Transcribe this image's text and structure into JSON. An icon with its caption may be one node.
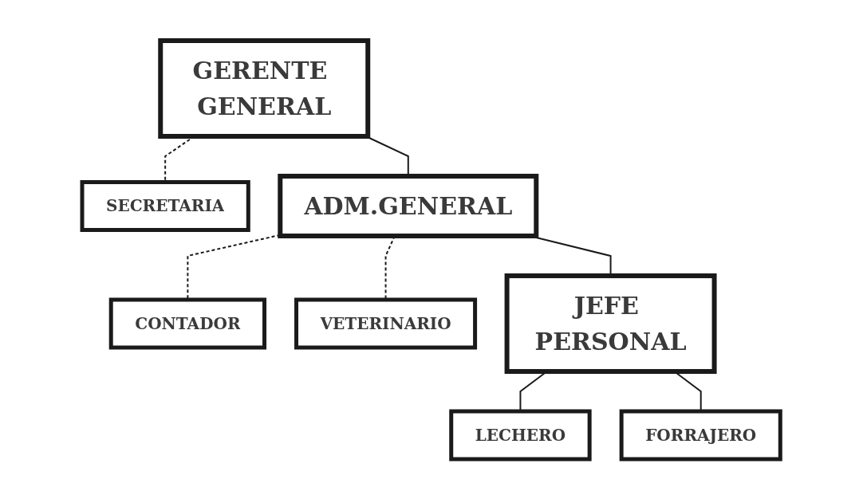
{
  "diagram": {
    "nodes": [
      {
        "text": [
          "GERENTE GENERAL"
        ]
      },
      {
        "text": [
          "SECRETARIA"
        ]
      },
      {
        "text": [
          "ADM.GENERAL"
        ]
      },
      {
        "text": [
          "CONTADOR"
        ]
      },
      {
        "text": [
          "VETERINARIO"
        ]
      },
      {
        "text": [
          "JEFE PERSONAL"
        ]
      },
      {
        "text": [
          "LECHERO"
        ]
      },
      {
        "text": [
          "FORRAJERO"
        ]
      }
    ],
    "edges": [
      {
        "from": 0,
        "to": 2,
        "arrow": "none"
      },
      {
        "from": 0,
        "to": 1,
        "arrow": "none",
        "style": "dashed"
      },
      {
        "from": 2,
        "to": 5,
        "arrow": "none"
      },
      {
        "from": 2,
        "to": 3,
        "arrow": "none",
        "style": "dashed"
      },
      {
        "from": 2,
        "to": 4,
        "arrow": "none",
        "style": "dashed"
      },
      {
        "from": 5,
        "to": 6,
        "arrow": "none"
      },
      {
        "from": 5,
        "to": 7,
        "arrow": "none"
      }
    ]
  }
}
